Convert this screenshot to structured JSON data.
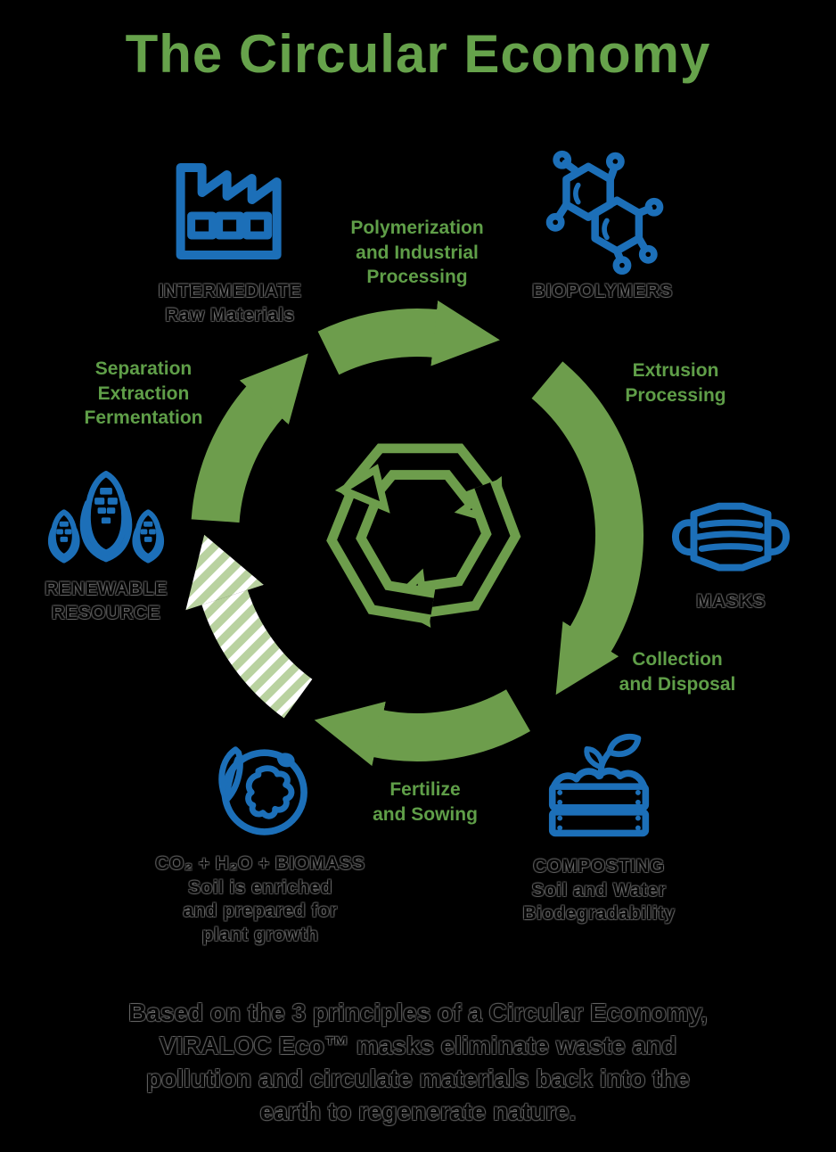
{
  "title": "The Circular Economy",
  "steps": {
    "polymerization": {
      "label": "Polymerization\nand Industrial\nProcessing"
    },
    "extrusion": {
      "label": "Extrusion\nProcessing"
    },
    "collection": {
      "label": "Collection\nand Disposal"
    },
    "fertilize": {
      "label": "Fertilize\nand Sowing"
    },
    "separation": {
      "label": "Separation\nExtraction\nFermentation"
    }
  },
  "nodes": {
    "intermediate": {
      "icon": "factory-icon",
      "title": "INTERMEDIATE",
      "subtitle": "Raw Materials"
    },
    "biopolymers": {
      "icon": "molecule-icon",
      "title": "BIOPOLYMERS"
    },
    "masks": {
      "icon": "face-mask-icon",
      "title": "MASKS"
    },
    "composting": {
      "icon": "compost-bin-icon",
      "title": "COMPOSTING",
      "subtitle": "Soil and Water\nBiodegradability"
    },
    "biomass": {
      "icon": "earth-leaf-icon",
      "title": "CO₂ + H₂O + BIOMASS",
      "subtitle": "Soil is enriched\nand prepared for\nplant growth"
    },
    "renewable": {
      "icon": "corn-icon",
      "title": "RENEWABLE\nRESOURCE"
    }
  },
  "center_symbol": "recycling-symbol",
  "footer": "Based on the 3 principles of a Circular Economy,\nVIRALOC Eco™ masks eliminate waste and\npollution and circulate materials back into the\nearth to regenerate nature.",
  "colors": {
    "background": "#000000",
    "green": "#6d9d4c",
    "light_green_stripe": "#b9d2a0",
    "stripe_white": "#ffffff",
    "blue": "#1c6fb8",
    "text_black": "#040404"
  }
}
